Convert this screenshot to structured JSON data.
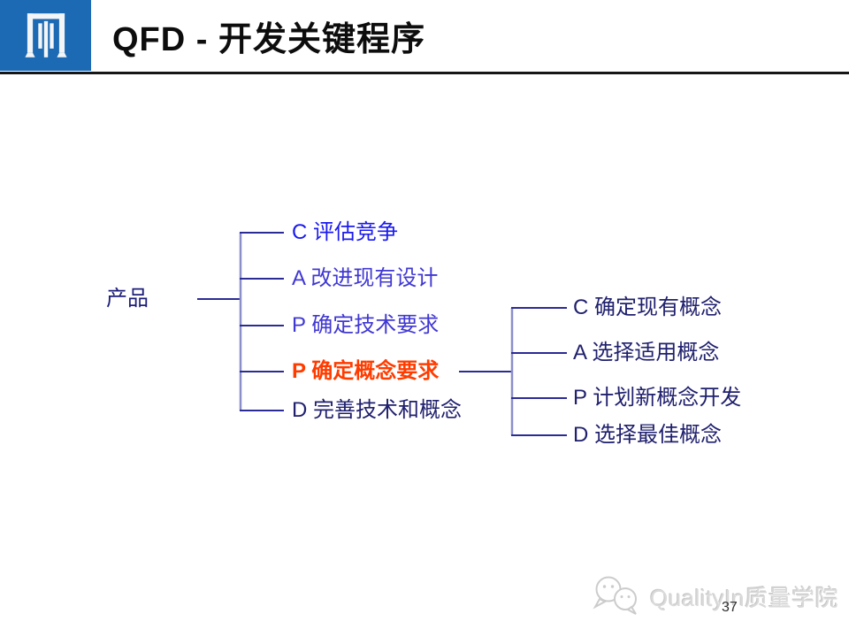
{
  "header": {
    "title": "QFD - 开发关键程序",
    "logo_bg_color": "#1d6ab4",
    "logo_icon": "pillars-gate-icon"
  },
  "tree": {
    "root": {
      "label": "产品",
      "color": "#1d1d7a"
    },
    "connector_color": "#2b2b96",
    "connector_vertical_color": "#8b8fc9",
    "level1": [
      {
        "label": "C 评估竞争",
        "color": "#1a1aef",
        "emphasis": false
      },
      {
        "label": "A 改进现有设计",
        "color": "#4038d2",
        "emphasis": false
      },
      {
        "label": "P 确定技术要求",
        "color": "#4038d2",
        "emphasis": false
      },
      {
        "label": "P 确定概念要求",
        "color": "#ff3c00",
        "emphasis": true
      },
      {
        "label": "D 完善技术和概念",
        "color": "#20206e",
        "emphasis": false
      }
    ],
    "level2": [
      {
        "label": "C 确定现有概念",
        "color": "#20206e",
        "emphasis": false
      },
      {
        "label": "A 选择适用概念",
        "color": "#20206e",
        "emphasis": false
      },
      {
        "label": "P 计划新概念开发",
        "color": "#20206e",
        "emphasis": false
      },
      {
        "label": "D 选择最佳概念",
        "color": "#20206e",
        "emphasis": false
      }
    ]
  },
  "footer": {
    "brand": "QualityIn质量学院",
    "brand_icon": "chat-bubbles-icon",
    "page_number": "37"
  }
}
